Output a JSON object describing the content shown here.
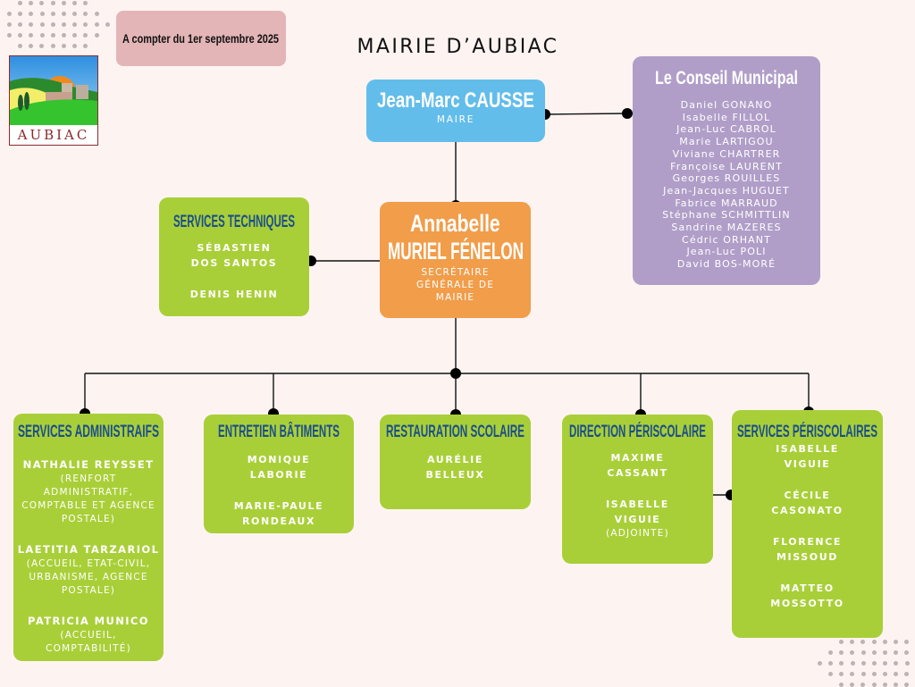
{
  "banner": {
    "date_label": "A compter du 1er septembre 2025"
  },
  "title": "MAIRIE D’AUBIAC",
  "logo": {
    "text": "AUBIAC"
  },
  "colors": {
    "background": "#fdf4f2",
    "green": "#a9cf38",
    "header_blue": "#1b4e8c",
    "maire_blue": "#63bdea",
    "secretaire_orange": "#f19d4a",
    "council_purple": "#b09ec8",
    "banner_pink": "#e3b5b7"
  },
  "maire": {
    "name": "Jean-Marc CAUSSE",
    "role": "MAIRE"
  },
  "conseil": {
    "title": "Le Conseil Municipal",
    "members": [
      "Daniel GONANO",
      "Isabelle FILLOL",
      "Jean-Luc CABROL",
      "Marie LARTIGOU",
      "Viviane CHARTRER",
      "Françoise LAURENT",
      "Georges ROUILLES",
      "Jean-Jacques HUGUET",
      "Fabrice MARRAUD",
      "Stéphane SCHMITTLIN",
      "Sandrine MAZERES",
      "Cédric ORHANT",
      "Jean-Luc POLI",
      "David BOS-MORÉ"
    ]
  },
  "secretaire": {
    "first_name": "Annabelle",
    "last_name": "MURIEL FÉNELON",
    "role": "SECRÉTAIRE GÉNÉRALE DE MAIRIE"
  },
  "services_techniques": {
    "title": "SERVICES TECHNIQUES",
    "people": [
      {
        "name": "SÉBASTIEN DOS SANTOS"
      },
      {
        "name": "DENIS HENIN"
      }
    ]
  },
  "services_administratifs": {
    "title": "SERVICES ADMINISTRAIFS",
    "people": [
      {
        "name": "NATHALIE REYSSET",
        "note": "(RENFORT ADMINISTRATIF, COMPTABLE ET AGENCE POSTALE)"
      },
      {
        "name": "LAETITIA TARZARIOL",
        "note": "(ACCUEIL, ETAT-CIVIL, URBANISME, AGENCE POSTALE)"
      },
      {
        "name": "PATRICIA MUNICO",
        "note": "(ACCUEIL, COMPTABILITÉ)"
      }
    ]
  },
  "entretien_batiments": {
    "title": "ENTRETIEN BÂTIMENTS",
    "people": [
      {
        "name": "MONIQUE LABORIE"
      },
      {
        "name": "MARIE-PAULE RONDEAUX"
      }
    ]
  },
  "restauration_scolaire": {
    "title": "RESTAURATION SCOLAIRE",
    "people": [
      {
        "name": "AURÉLIE BELLEUX"
      }
    ]
  },
  "direction_periscolaire": {
    "title": "DIRECTION PÉRISCOLAIRE",
    "people": [
      {
        "name": "MAXIME CASSANT"
      },
      {
        "name": "ISABELLE VIGUIE",
        "note": "(ADJOINTE)"
      }
    ]
  },
  "services_periscolaires": {
    "title": "SERVICES PÉRISCOLAIRES",
    "people": [
      {
        "name": "ISABELLE VIGUIE"
      },
      {
        "name": "CÉCILE CASONATO"
      },
      {
        "name": "FLORENCE MISSOUD"
      },
      {
        "name": "MATTEO MOSSOTTO"
      }
    ]
  }
}
